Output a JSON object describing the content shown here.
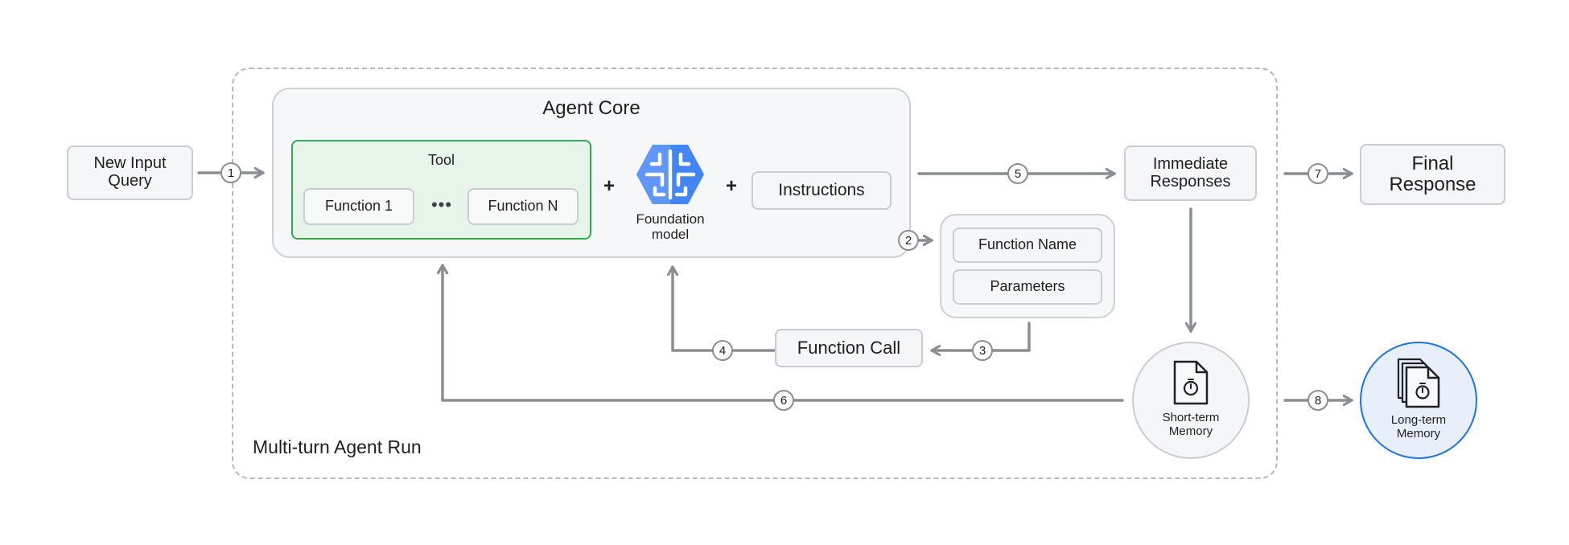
{
  "colors": {
    "arrow": "#8a8d91",
    "box_bg": "#f5f6f7",
    "box_border": "#c9ccd0",
    "tool_green": "#34a853",
    "tool_bg": "#e6f4ea",
    "model_blue": "#4285f4",
    "long_term_blue": "#1a73e8",
    "long_term_bg": "#e8eefa"
  },
  "input": {
    "line1": "New Input",
    "line2": "Query"
  },
  "run_label": "Multi-turn Agent Run",
  "core": {
    "title": "Agent Core",
    "tool": {
      "title": "Tool",
      "function_first": "Function 1",
      "function_last": "Function N",
      "ellipsis": "•••"
    },
    "plus": "+",
    "model": {
      "line1": "Foundation",
      "line2": "model",
      "icon": "brain-hexagon-icon"
    },
    "instructions": "Instructions"
  },
  "function_spec": {
    "name": "Function Name",
    "params": "Parameters"
  },
  "function_call": "Function Call",
  "immediate": {
    "line1": "Immediate",
    "line2": "Responses"
  },
  "final": {
    "line1": "Final",
    "line2": "Response"
  },
  "short_term": {
    "line1": "Short-term",
    "line2": "Memory",
    "icon": "memory-document-icon"
  },
  "long_term": {
    "line1": "Long-term",
    "line2": "Memory",
    "icon": "memory-documents-stack-icon"
  },
  "steps": [
    "1",
    "2",
    "3",
    "4",
    "5",
    "6",
    "7",
    "8"
  ]
}
